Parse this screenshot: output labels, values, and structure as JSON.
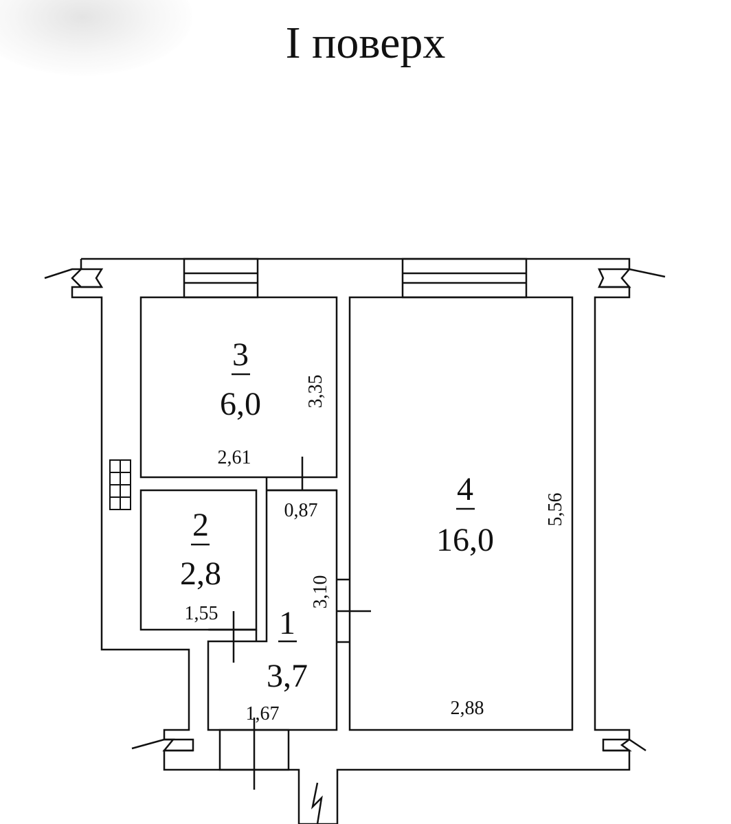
{
  "title": "І поверх",
  "rooms": [
    {
      "number": "3",
      "area": "6,0"
    },
    {
      "number": "4",
      "area": "16,0"
    },
    {
      "number": "2",
      "area": "2,8"
    },
    {
      "number": "1",
      "area": "3,7"
    }
  ],
  "dimensions": {
    "room3_height": "3,35",
    "room3_width": "2,61",
    "corridor_width": "0,87",
    "room4_height": "5,56",
    "room4_width": "2,88",
    "room2_width": "1,55",
    "hall_height": "3,10",
    "room1_width": "1,67"
  },
  "colors": {
    "line": "#111111",
    "background": "#ffffff"
  }
}
